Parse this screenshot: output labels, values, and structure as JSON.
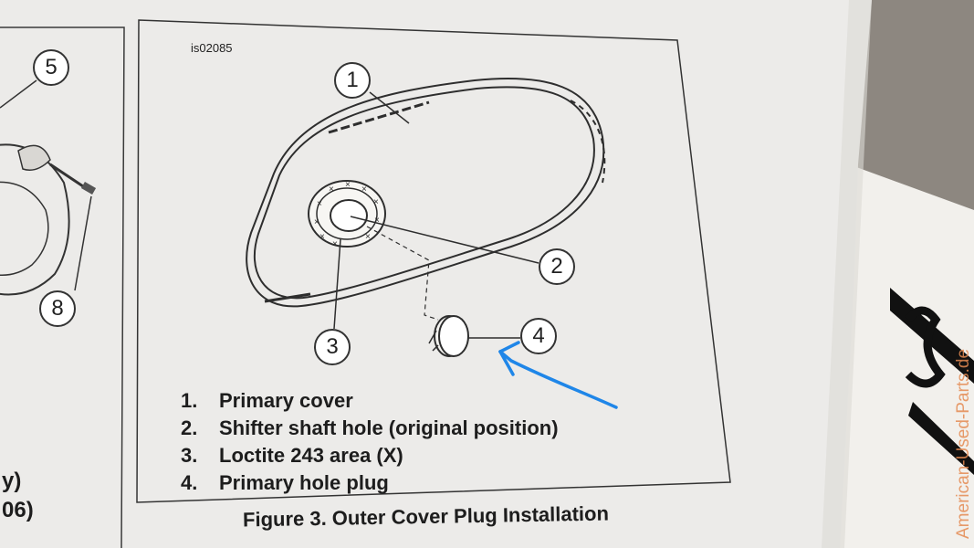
{
  "figure": {
    "id_label": "is02085",
    "caption": "Figure 3. Outer Cover Plug Installation",
    "callouts": [
      "1",
      "2",
      "3",
      "4"
    ],
    "legend": [
      {
        "num": "1.",
        "text": "Primary cover"
      },
      {
        "num": "2.",
        "text": "Shifter shaft hole (original position)"
      },
      {
        "num": "3.",
        "text": "Loctite 243 area (X)"
      },
      {
        "num": "4.",
        "text": "Primary hole plug"
      }
    ]
  },
  "left_figure": {
    "callouts": [
      "5",
      "8"
    ],
    "fragments": [
      "y)",
      "06)"
    ]
  },
  "annotation": {
    "arrow_color": "#1f86e8",
    "points_to": "4"
  },
  "watermark": "American-Used-Parts.de"
}
